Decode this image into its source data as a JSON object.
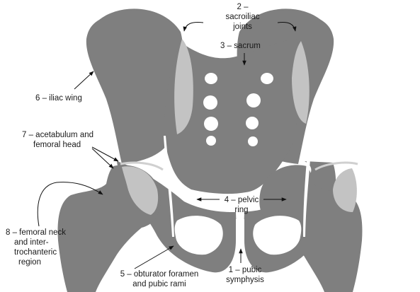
{
  "labels": {
    "sacroiliac_line1": "2 –",
    "sacroiliac_line2": "sacroiliac",
    "sacroiliac_line3": "joints",
    "sacrum": "3 – sacrum",
    "iliac_wing": "6 – iliac wing",
    "acetabulum_line1": "7 – acetabulum and",
    "acetabulum_line2": "femoral head",
    "pelvic_ring_line1": "4 – pelvic",
    "pelvic_ring_line2": "ring",
    "femoral_line1": "8 – femoral neck",
    "femoral_line2": "and inter-",
    "femoral_line3": "trochanteric",
    "femoral_line4": "region",
    "obturator_line1": "5 – obturator foramen",
    "obturator_line2": "and pubic rami",
    "symphysis_line1": "1 – pubic",
    "symphysis_line2": "symphysis"
  },
  "colors": {
    "bone": "#7f7f7f",
    "cartilage_highlight": "#c3c3c3",
    "background": "#ffffff",
    "text": "#1a1a1a"
  }
}
